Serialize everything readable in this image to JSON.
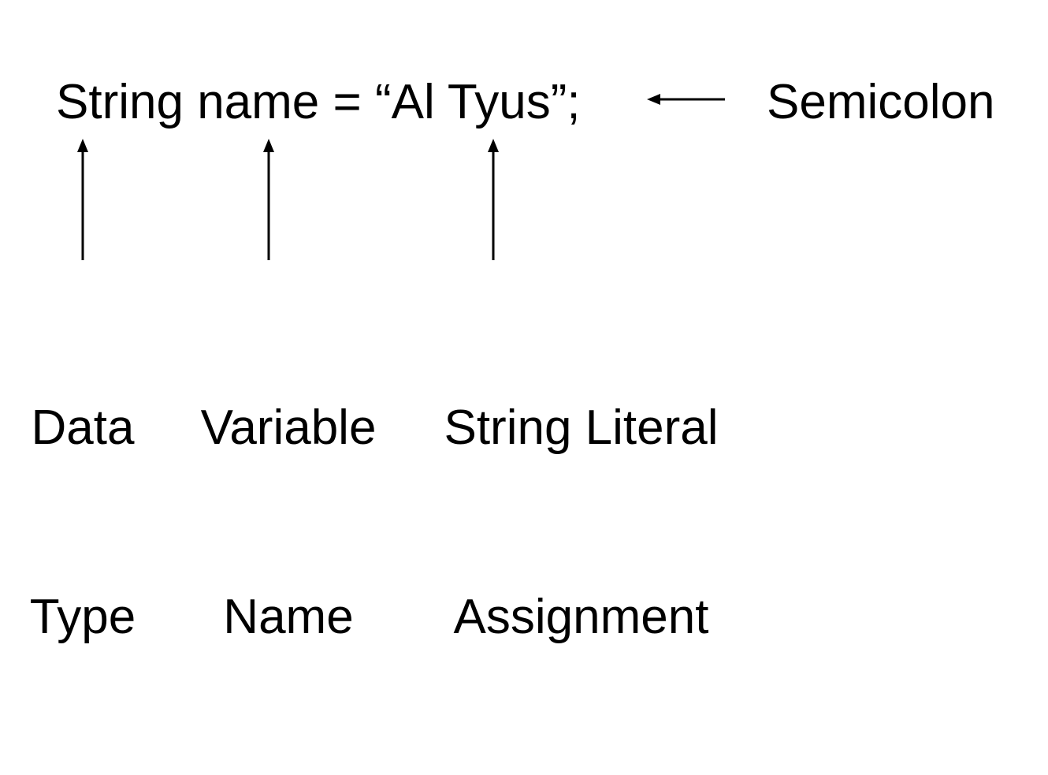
{
  "code": {
    "statement": "String name = “Al Tyus”;"
  },
  "annotations": {
    "semicolon": "Semicolon",
    "data_type": {
      "line1": "Data",
      "line2": "Type"
    },
    "variable_name": {
      "line1": "Variable",
      "line2": "Name"
    },
    "string_literal": {
      "line1": "String Literal",
      "line2": "Assignment"
    }
  },
  "colors": {
    "foreground": "#000000",
    "background": "#ffffff"
  }
}
